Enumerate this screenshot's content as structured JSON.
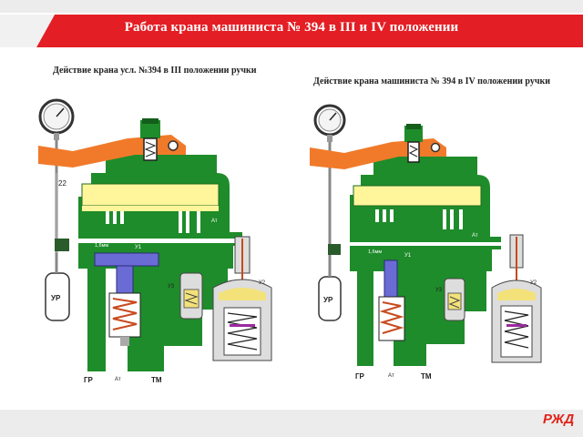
{
  "header": {
    "title": "Работа крана машиниста № 394 в III и IV положении"
  },
  "left_diagram": {
    "caption": "Действие крана усл. №394 в III положении ручки",
    "labels": {
      "reservoir": "УР",
      "main_reservoir": "ГР",
      "atmosphere": "Ат",
      "brake_line": "ТМ",
      "number": "22",
      "y1": "У1",
      "y2": "У2",
      "y3": "У3",
      "diam": "1,6мм",
      "at_top": "Ат"
    }
  },
  "right_diagram": {
    "caption": "Действие крана машиниста № 394 в IV положении ручки",
    "labels": {
      "reservoir": "УР",
      "main_reservoir": "ГР",
      "atmosphere": "Ат",
      "brake_line": "ТМ",
      "y1": "У1",
      "y2": "У2",
      "y3": "У3",
      "diam": "1,6мм",
      "at_top": "Ат"
    }
  },
  "footer": {
    "logo_text": "РЖД"
  },
  "colors": {
    "header_red": "#e31e24",
    "body_green": "#1e8c2a",
    "handle_orange": "#f07a2a",
    "chamber_yellow": "#fff59a",
    "piston_blue": "#6b6bd6",
    "spring_copper": "#c84a1e",
    "logo_red": "#e2231a"
  }
}
